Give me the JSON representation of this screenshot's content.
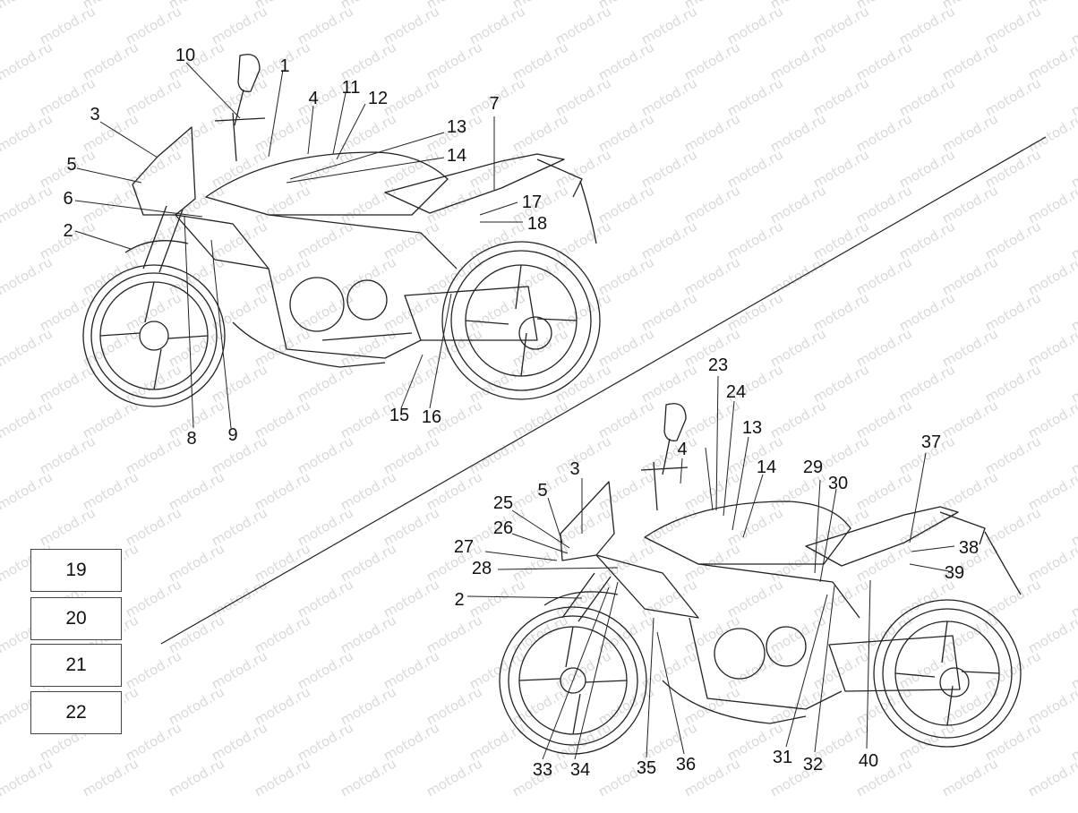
{
  "watermark": "motod.ru",
  "callouts_top": [
    "1",
    "2",
    "3",
    "4",
    "5",
    "6",
    "7",
    "8",
    "9",
    "10",
    "11",
    "12",
    "13",
    "14",
    "15",
    "16",
    "17",
    "18"
  ],
  "callouts_bottom": [
    "2",
    "3",
    "4",
    "5",
    "13",
    "14",
    "23",
    "24",
    "25",
    "26",
    "27",
    "28",
    "29",
    "30",
    "31",
    "32",
    "33",
    "34",
    "35",
    "36",
    "37",
    "38",
    "39",
    "40"
  ],
  "side_boxes": [
    "19",
    "20",
    "21",
    "22"
  ],
  "colors": {
    "ink": "#111111",
    "watermark": "#d9d9d9",
    "box_border": "#444444"
  }
}
